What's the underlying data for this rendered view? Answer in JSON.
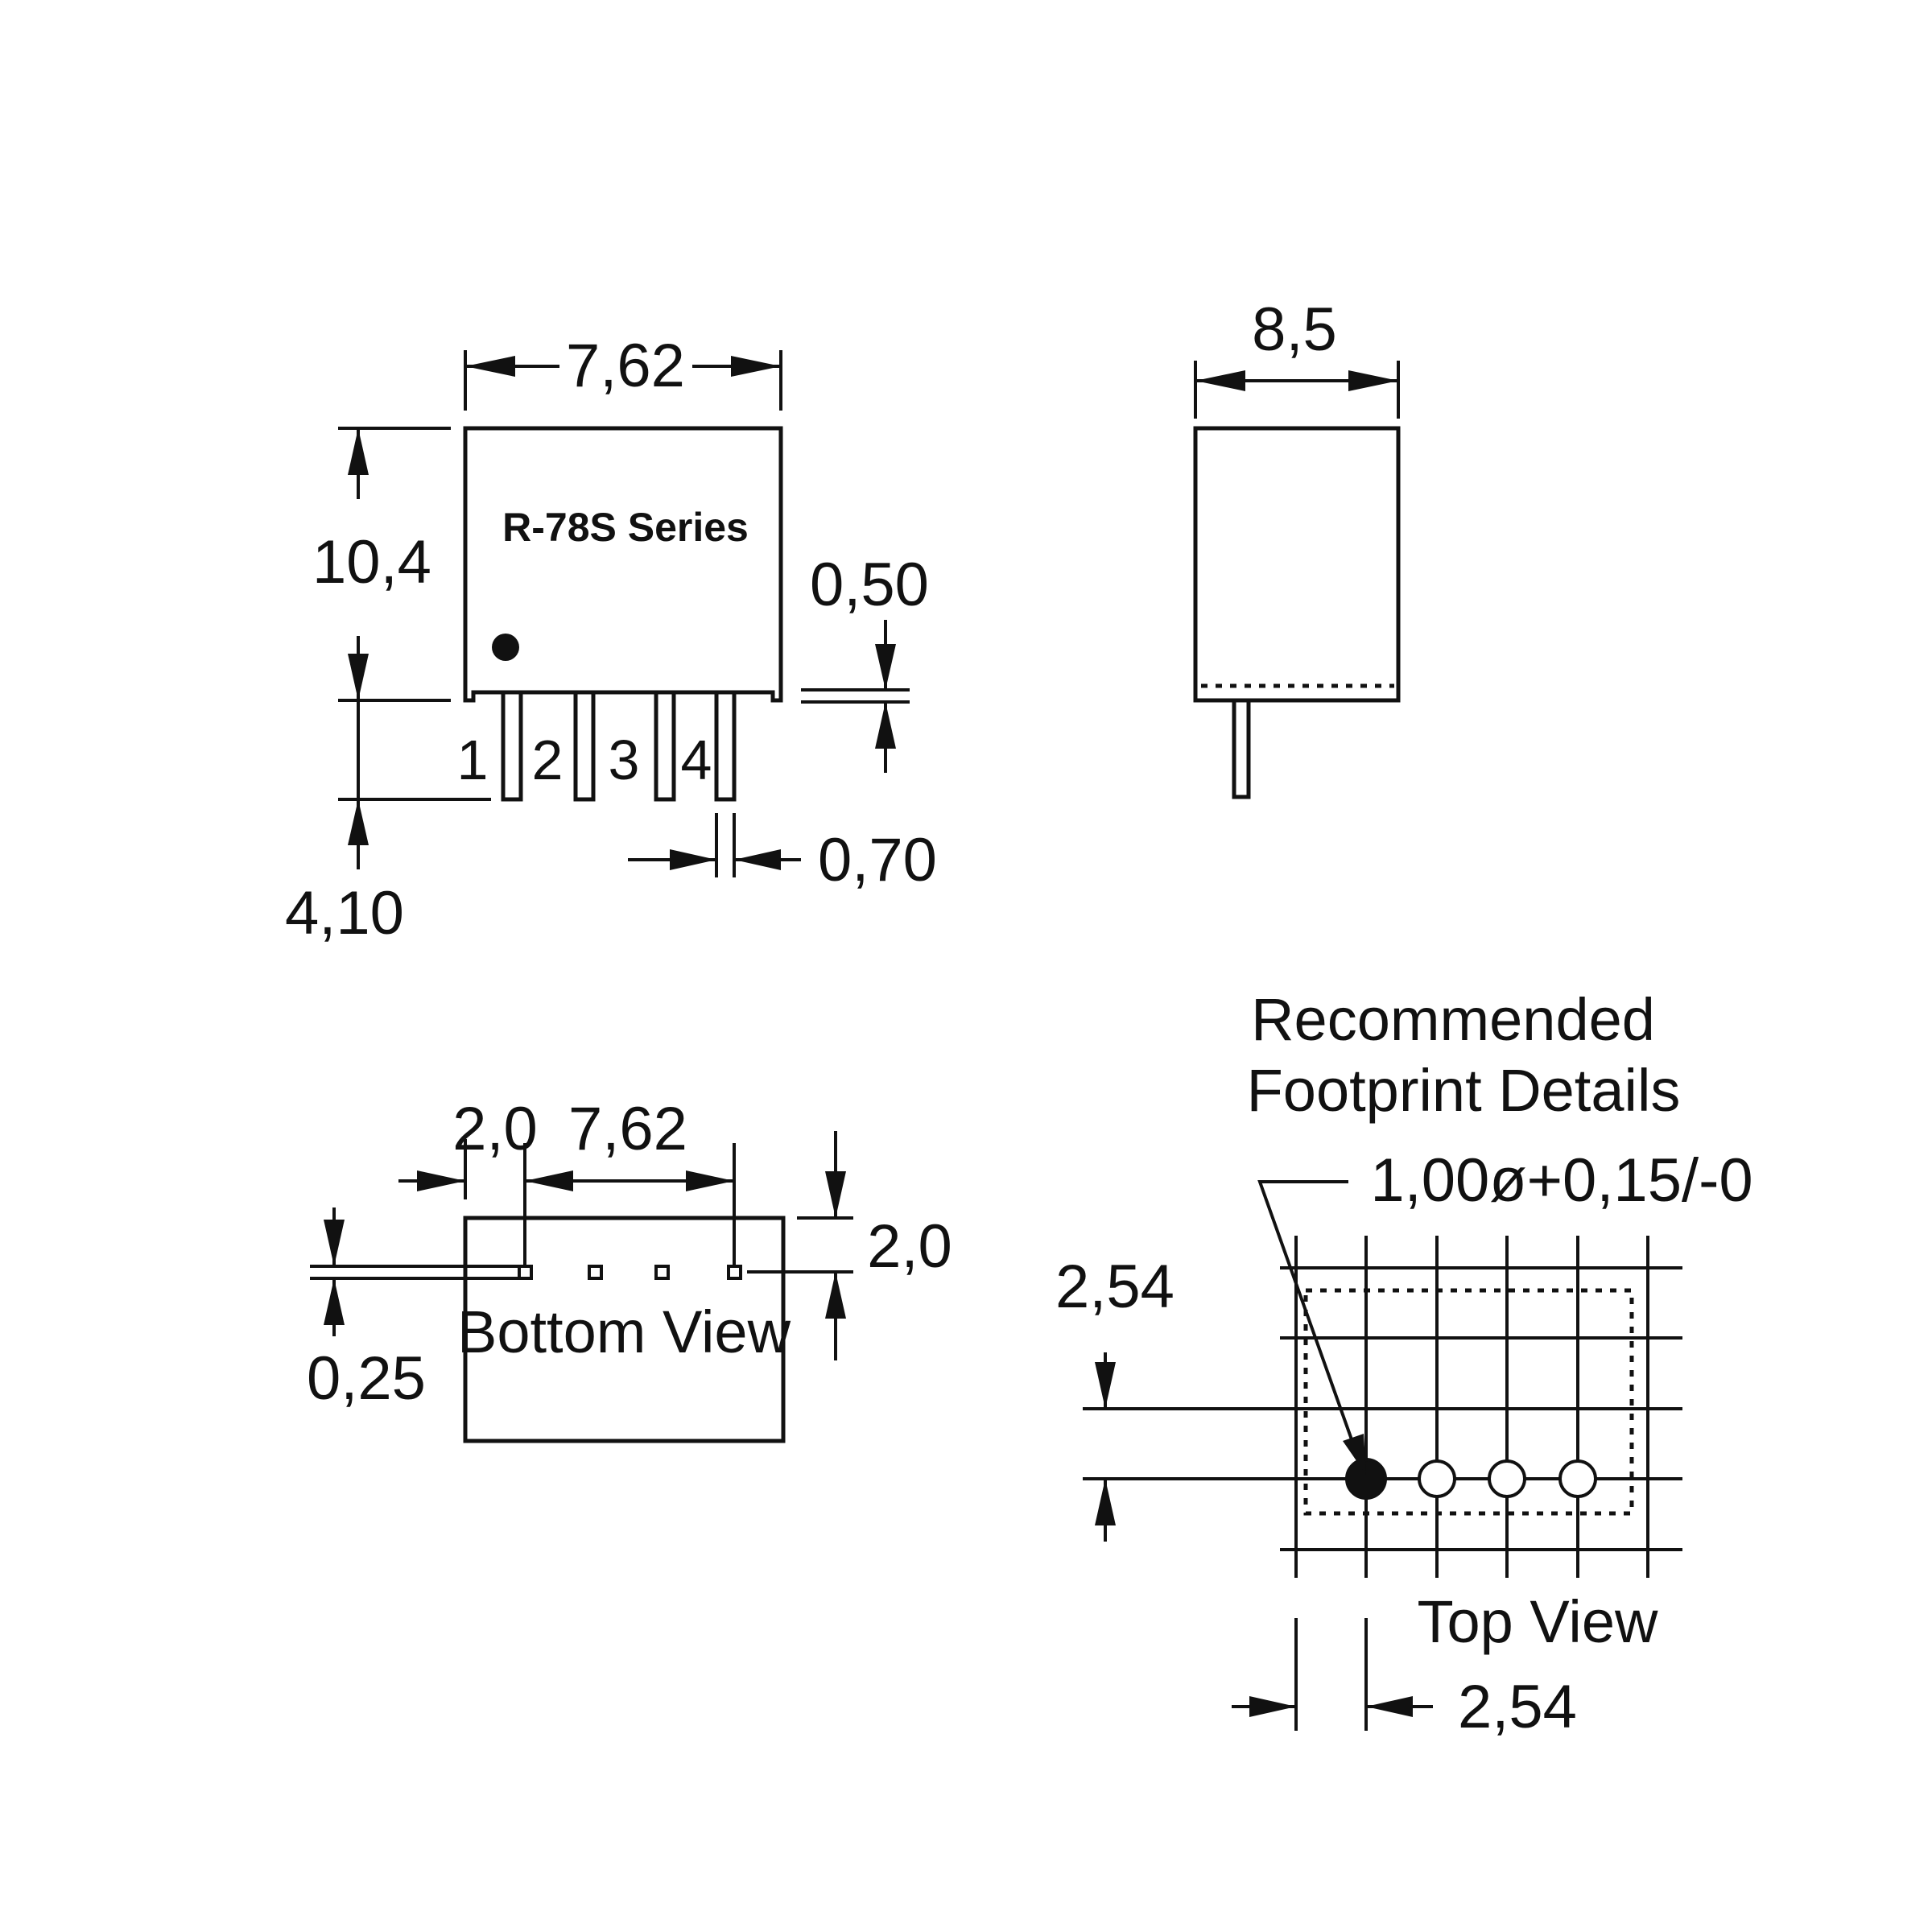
{
  "front_view": {
    "series_label": "R-78S Series",
    "width_dim": "7,62",
    "height_dim": "10,4",
    "pin_length_dim": "4,10",
    "pin_thickness_dim": "0,50",
    "pin_width_dim": "0,70",
    "pin_numbers": [
      "1",
      "2",
      "3",
      "4"
    ]
  },
  "side_view": {
    "width_dim": "8,5"
  },
  "bottom_view": {
    "label": "Bottom View",
    "pin_offset_dim": "2,0",
    "pin_span_dim": "7,62",
    "edge_dim": "2,0",
    "pin_size_dim": "0,25"
  },
  "footprint": {
    "title_line1": "Recommended",
    "title_line2": "Footprint Details",
    "hole_dim": "1,00ø+0,15/-0",
    "pitch_vertical_dim": "2,54",
    "pitch_horizontal_dim": "2,54",
    "label": "Top View"
  }
}
